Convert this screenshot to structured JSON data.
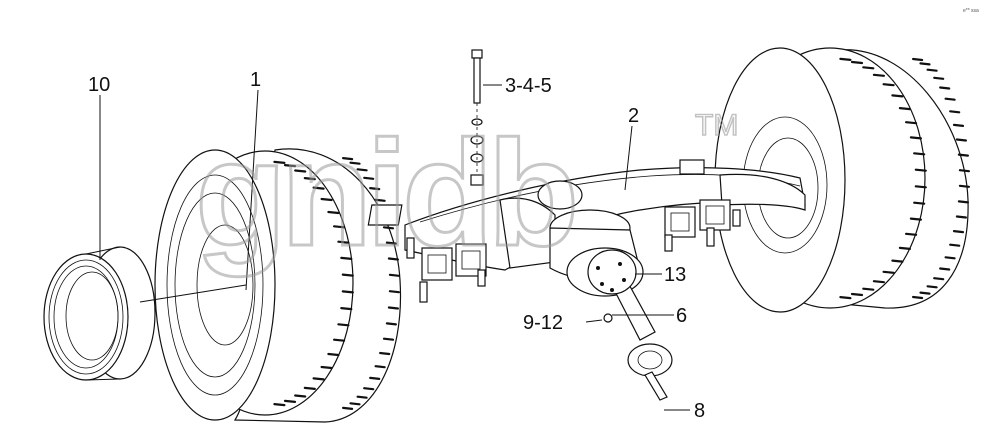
{
  "corner_mark": "e** ssa",
  "watermark": {
    "text": "gnidb",
    "tm": "TM"
  },
  "callouts": [
    {
      "id": "10",
      "label": "10"
    },
    {
      "id": "1",
      "label": "1"
    },
    {
      "id": "3-4-5",
      "label": "3-4-5"
    },
    {
      "id": "2",
      "label": "2"
    },
    {
      "id": "13",
      "label": "13"
    },
    {
      "id": "6",
      "label": "6"
    },
    {
      "id": "9-12",
      "label": "9-12"
    },
    {
      "id": "8",
      "label": "8"
    }
  ]
}
